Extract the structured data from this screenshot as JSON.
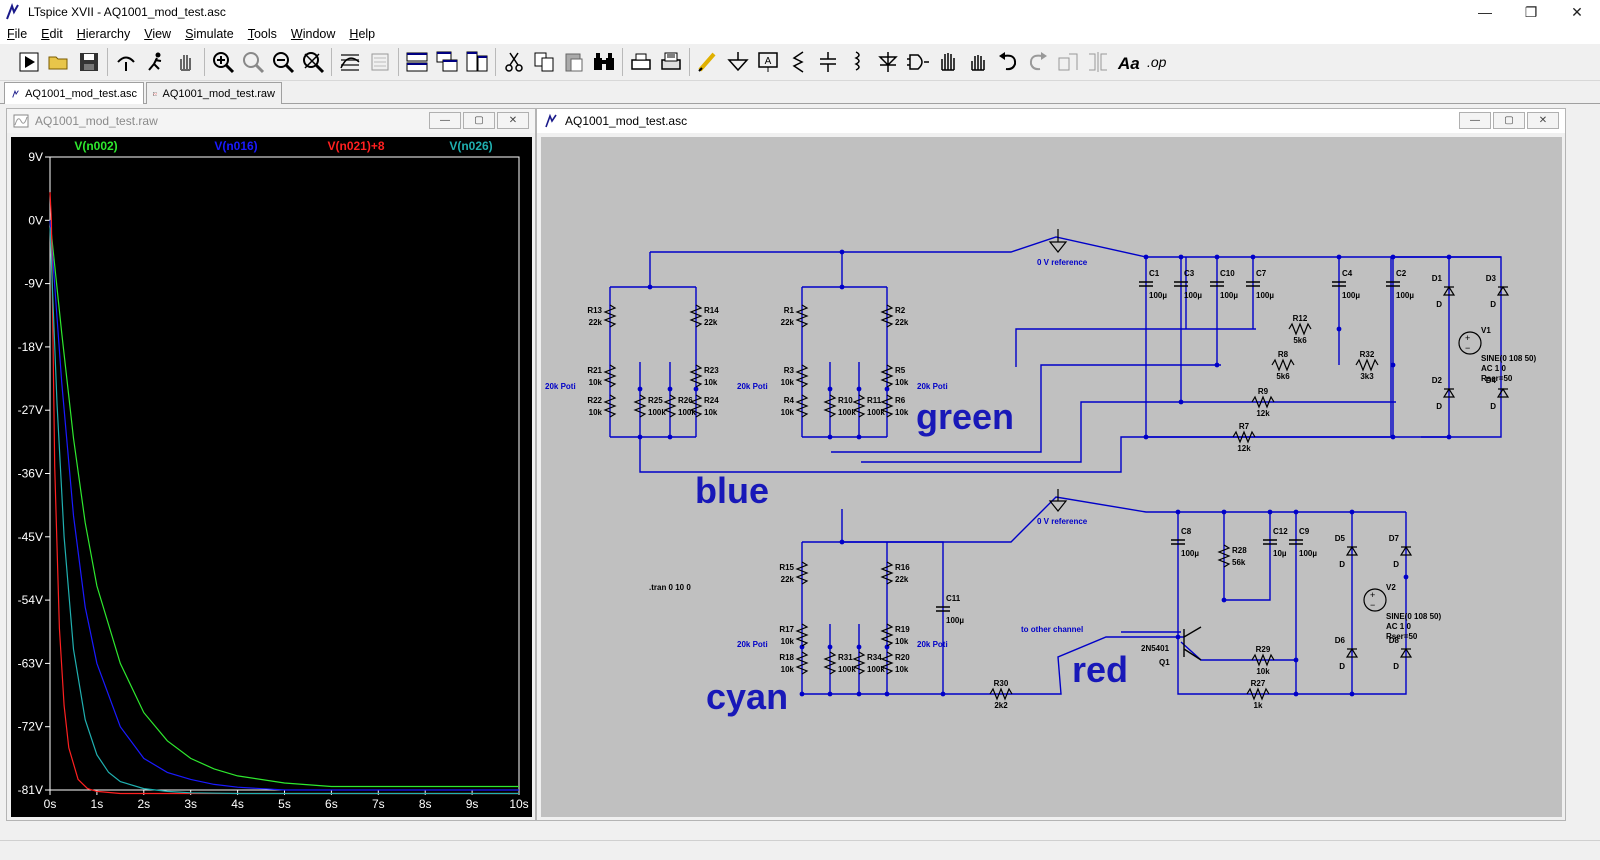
{
  "app": {
    "window_title": "LTspice XVII - AQ1001_mod_test.asc"
  },
  "menu": [
    "File",
    "Edit",
    "Hierarchy",
    "View",
    "Simulate",
    "Tools",
    "Window",
    "Help"
  ],
  "toolbar": [
    "run-icon",
    "open-icon",
    "save-icon",
    "control-panel-icon",
    "halt-icon",
    "pan-icon",
    "zoom-in-icon",
    "zoom-fit-icon",
    "zoom-out-icon",
    "zoom-cancel-icon",
    "autorange-icon",
    "plot-settings-icon",
    "tile-horizontal-icon",
    "cascade-icon",
    "tile-vertical-icon",
    "cut-icon",
    "copy-icon",
    "paste-icon",
    "find-icon",
    "print-setup-icon",
    "print-icon",
    "wire-icon",
    "ground-icon",
    "label-icon",
    "resistor-icon",
    "capacitor-icon",
    "inductor-icon",
    "diode-icon",
    "component-icon",
    "move-icon",
    "drag-icon",
    "undo-icon",
    "redo-icon",
    "rotate-icon",
    "mirror-icon",
    "text-icon",
    "spice-directive-icon"
  ],
  "tabs": [
    {
      "label": "AQ1001_mod_test.asc"
    },
    {
      "label": "AQ1001_mod_test.raw"
    }
  ],
  "waveform": {
    "title": "AQ1001_mod_test.raw",
    "traces": [
      {
        "label": "V(n002)",
        "color": "#2ee82e"
      },
      {
        "label": "V(n016)",
        "color": "#1a1aff"
      },
      {
        "label": "V(n021)+8",
        "color": "#ff2020"
      },
      {
        "label": "V(n026)",
        "color": "#20b0b0"
      }
    ],
    "y_ticks": [
      "9V",
      "0V",
      "-9V",
      "-18V",
      "-27V",
      "-36V",
      "-45V",
      "-54V",
      "-63V",
      "-72V",
      "-81V"
    ],
    "x_ticks": [
      "0s",
      "1s",
      "2s",
      "3s",
      "4s",
      "5s",
      "6s",
      "7s",
      "8s",
      "9s",
      "10s"
    ]
  },
  "chart_data": {
    "type": "line",
    "xlabel": "",
    "ylabel": "",
    "xlim": [
      0,
      10
    ],
    "ylim": [
      -81,
      9
    ],
    "series": [
      {
        "name": "V(n002)",
        "color": "#2ee82e",
        "x": [
          0,
          0.25,
          0.5,
          0.75,
          1,
          1.5,
          2,
          2.5,
          3,
          3.5,
          4,
          5,
          6,
          7,
          8,
          10
        ],
        "y": [
          0,
          -16,
          -31,
          -43,
          -52,
          -63,
          -70,
          -74,
          -76.5,
          -78,
          -79,
          -80,
          -80.5,
          -80.5,
          -80.5,
          -80.5
        ]
      },
      {
        "name": "V(n016)",
        "color": "#1a1aff",
        "x": [
          0,
          0.25,
          0.5,
          0.75,
          1,
          1.5,
          2,
          2.5,
          3,
          3.5,
          4,
          5,
          6,
          7,
          8,
          10
        ],
        "y": [
          0,
          -23,
          -42,
          -55,
          -63,
          -72,
          -76.5,
          -78.5,
          -79.5,
          -80.2,
          -80.6,
          -81,
          -81,
          -81,
          -81,
          -81
        ]
      },
      {
        "name": "V(n021)+8",
        "color": "#ff2020",
        "x": [
          0,
          0.03,
          0.1,
          0.2,
          0.3,
          0.4,
          0.6,
          0.8,
          1,
          1.5,
          2,
          3,
          5,
          10
        ],
        "y": [
          4,
          0,
          -35,
          -58,
          -69,
          -75,
          -79.5,
          -80.8,
          -81.2,
          -81.5,
          -81.5,
          -81.5,
          -81.5,
          -81.5
        ]
      },
      {
        "name": "V(n026)",
        "color": "#20b0b0",
        "x": [
          0,
          0.15,
          0.3,
          0.5,
          0.75,
          1,
          1.25,
          1.5,
          2,
          2.5,
          3,
          4,
          5,
          10
        ],
        "y": [
          -1,
          -26,
          -45,
          -61,
          -71,
          -76,
          -78.5,
          -79.8,
          -80.8,
          -81.2,
          -81.4,
          -81.5,
          -81.5,
          -81.5
        ]
      }
    ]
  },
  "schematic": {
    "title": "AQ1001_mod_test.asc",
    "net_labels": [
      "green",
      "blue",
      "cyan",
      "red"
    ],
    "refs": [
      "0 V reference",
      "0 V reference"
    ],
    "poti_labels": [
      "20k Poti",
      "20k Poti",
      "20k Poti",
      "20k Poti",
      "20k Poti"
    ],
    "directive": ".tran 0 10 0",
    "other_channel": "to other channel",
    "transistor": {
      "part": "2N5401",
      "name": "Q1"
    },
    "resistors": [
      {
        "name": "R13",
        "value": "22k"
      },
      {
        "name": "R14",
        "value": "22k"
      },
      {
        "name": "R1",
        "value": "22k"
      },
      {
        "name": "R2",
        "value": "22k"
      },
      {
        "name": "R21",
        "value": "10k"
      },
      {
        "name": "R23",
        "value": "10k"
      },
      {
        "name": "R22",
        "value": "10k"
      },
      {
        "name": "R24",
        "value": "10k"
      },
      {
        "name": "R25",
        "value": "100k"
      },
      {
        "name": "R26",
        "value": "100k"
      },
      {
        "name": "R3",
        "value": "10k"
      },
      {
        "name": "R5",
        "value": "10k"
      },
      {
        "name": "R4",
        "value": "10k"
      },
      {
        "name": "R6",
        "value": "10k"
      },
      {
        "name": "R10",
        "value": "100k"
      },
      {
        "name": "R11",
        "value": "100k"
      },
      {
        "name": "R12",
        "value": "5k6"
      },
      {
        "name": "R8",
        "value": "5k6"
      },
      {
        "name": "R32",
        "value": "3k3"
      },
      {
        "name": "R9",
        "value": "12k"
      },
      {
        "name": "R7",
        "value": "12k"
      },
      {
        "name": "R15",
        "value": "22k"
      },
      {
        "name": "R16",
        "value": "22k"
      },
      {
        "name": "R17",
        "value": "10k"
      },
      {
        "name": "R19",
        "value": "10k"
      },
      {
        "name": "R18",
        "value": "10k"
      },
      {
        "name": "R20",
        "value": "10k"
      },
      {
        "name": "R31",
        "value": "100k"
      },
      {
        "name": "R34",
        "value": "100k"
      },
      {
        "name": "R28",
        "value": "56k"
      },
      {
        "name": "R29",
        "value": "10k"
      },
      {
        "name": "R27",
        "value": "1k"
      },
      {
        "name": "R30",
        "value": "2k2"
      }
    ],
    "capacitors": [
      {
        "name": "C1",
        "value": "100µ"
      },
      {
        "name": "C3",
        "value": "100µ"
      },
      {
        "name": "C10",
        "value": "100µ"
      },
      {
        "name": "C7",
        "value": "100µ"
      },
      {
        "name": "C4",
        "value": "100µ"
      },
      {
        "name": "C2",
        "value": "100µ"
      },
      {
        "name": "C8",
        "value": "100µ"
      },
      {
        "name": "C12",
        "value": "10µ"
      },
      {
        "name": "C9",
        "value": "100µ"
      },
      {
        "name": "C11",
        "value": "100µ"
      }
    ],
    "diodes": [
      "D1",
      "D3",
      "D2",
      "D4",
      "D5",
      "D7",
      "D6",
      "D8"
    ],
    "diode_model": "D",
    "sources": [
      {
        "name": "V1",
        "lines": [
          "SINE(0 108 50)",
          "AC 1 0",
          "Rser=50"
        ]
      },
      {
        "name": "V2",
        "lines": [
          "SINE(0 108 50)",
          "AC 1 0",
          "Rser=50"
        ]
      }
    ]
  }
}
